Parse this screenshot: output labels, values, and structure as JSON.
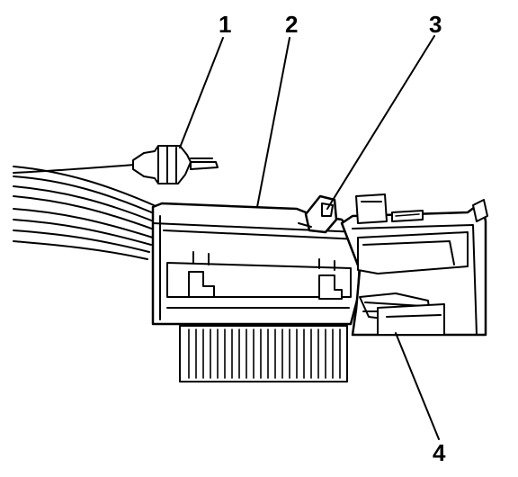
{
  "callouts": [
    {
      "label": "1"
    },
    {
      "label": "2"
    },
    {
      "label": "3"
    },
    {
      "label": "4"
    }
  ],
  "colors": {
    "ink": "#000000",
    "paper": "#ffffff"
  }
}
